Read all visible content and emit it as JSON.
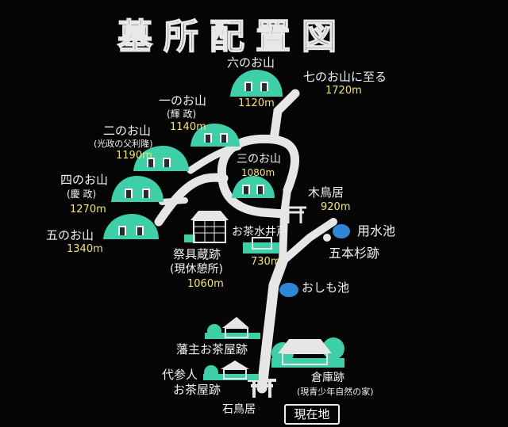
{
  "title": "墓所配置図",
  "colors": {
    "mound": "#3ecfa8",
    "path": "#e6e6e6",
    "pond": "#2e86d6",
    "elev": "#f3e27a"
  },
  "labels": {
    "mountain6": "六のお山",
    "elev6": "1120m",
    "mountain7": "七のお山に至る",
    "elev7": "1720m",
    "mountain1": "一のお山",
    "note1": "(輝 政)",
    "elev1": "1140m",
    "mountain2": "二のお山",
    "note2": "(光政の父利隆)",
    "elev2": "1190m",
    "mountain3": "三のお山",
    "elev3": "1080m",
    "mountain4": "四のお山",
    "note4": "(慶 政)",
    "elev4": "1270m",
    "mountain5": "五のお山",
    "elev5": "1340m",
    "torii_wood": "木鳥居",
    "elev_torii": "920m",
    "well": "お茶水井戸",
    "elev_well": "730m",
    "pond_water": "用水池",
    "cedars": "五本杉跡",
    "pond_oshimo": "おしも池",
    "storehouse1": "祭具蔵跡",
    "storehouse2": "(現休憩所)",
    "elev_store": "1060m",
    "teahouse_lord": "藩主お茶屋跡",
    "teahouse_proxy1": "代参人",
    "teahouse_proxy2": "お茶屋跡",
    "warehouse1": "倉庫跡",
    "warehouse2": "(現青少年自然の家)",
    "torii_stone": "石鳥居",
    "current": "現在地"
  }
}
